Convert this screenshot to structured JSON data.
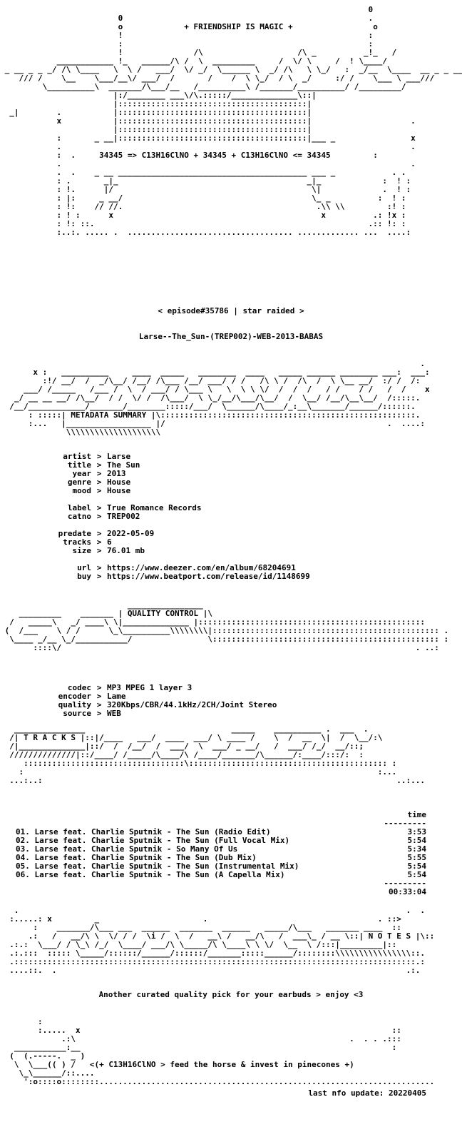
{
  "header": {
    "tagline": "+ FRIENDSHIP IS MAGIC +",
    "formula": "34345 => C13H16ClNO + 34345 + C13H16ClNO <= 34345",
    "episode": "< episode#35786 | star raided >",
    "release": "Larse--The_Sun-(TREP002)-WEB-2013-BABAS"
  },
  "metadata": {
    "heading": "METADATA SUMMARY",
    "groups": [
      [
        {
          "key": "artist",
          "value": "Larse"
        },
        {
          "key": "title",
          "value": "The Sun"
        },
        {
          "key": "year",
          "value": "2013"
        },
        {
          "key": "genre",
          "value": "House"
        },
        {
          "key": "mood",
          "value": "House"
        }
      ],
      [
        {
          "key": "label",
          "value": "True Romance Records"
        },
        {
          "key": "catno",
          "value": "TREP002"
        }
      ],
      [
        {
          "key": "predate",
          "value": "2022-05-09"
        },
        {
          "key": "tracks",
          "value": "6"
        },
        {
          "key": "size",
          "value": "76.01 mb"
        }
      ],
      [
        {
          "key": "url",
          "value": "https://www.deezer.com/en/album/68204691"
        },
        {
          "key": "buy",
          "value": "https://www.beatport.com/release/id/1148699"
        }
      ]
    ]
  },
  "quality": {
    "heading": "QUALITY CONTROL",
    "rows": [
      {
        "key": "codec",
        "value": "MP3 MPEG 1 layer 3"
      },
      {
        "key": "encoder",
        "value": "Lame"
      },
      {
        "key": "quality",
        "value": "320Kbps/CBR/44.1kHz/2CH/Joint Stereo"
      },
      {
        "key": "source",
        "value": "WEB"
      }
    ]
  },
  "tracks": {
    "heading": "T R A C K S",
    "time_header": "time",
    "divider": "---------",
    "items": [
      {
        "title": "01. Larse feat. Charlie Sputnik - The Sun (Radio Edit)",
        "time": "3:53"
      },
      {
        "title": "02. Larse feat. Charlie Sputnik - The Sun (Full Vocal Mix)",
        "time": "5:54"
      },
      {
        "title": "03. Larse feat. Charlie Sputnik - So Many Of Us",
        "time": "5:34"
      },
      {
        "title": "04. Larse feat. Charlie Sputnik - The Sun (Dub Mix)",
        "time": "5:55"
      },
      {
        "title": "05. Larse feat. Charlie Sputnik - The Sun (Instrumental Mix)",
        "time": "5:54"
      },
      {
        "title": "06. Larse feat. Charlie Sputnik - The Sun (A Capella Mix)",
        "time": "5:54"
      }
    ],
    "total": "00:33:04"
  },
  "notes": {
    "heading": "N O T E S",
    "text": "Another curated quality pick for your earbuds > enjoy <3"
  },
  "footer": {
    "slogan": "<(+ C13H16ClNO > feed the horse & invest in pinecones +)",
    "updated": "last nfo update: 20220405"
  }
}
